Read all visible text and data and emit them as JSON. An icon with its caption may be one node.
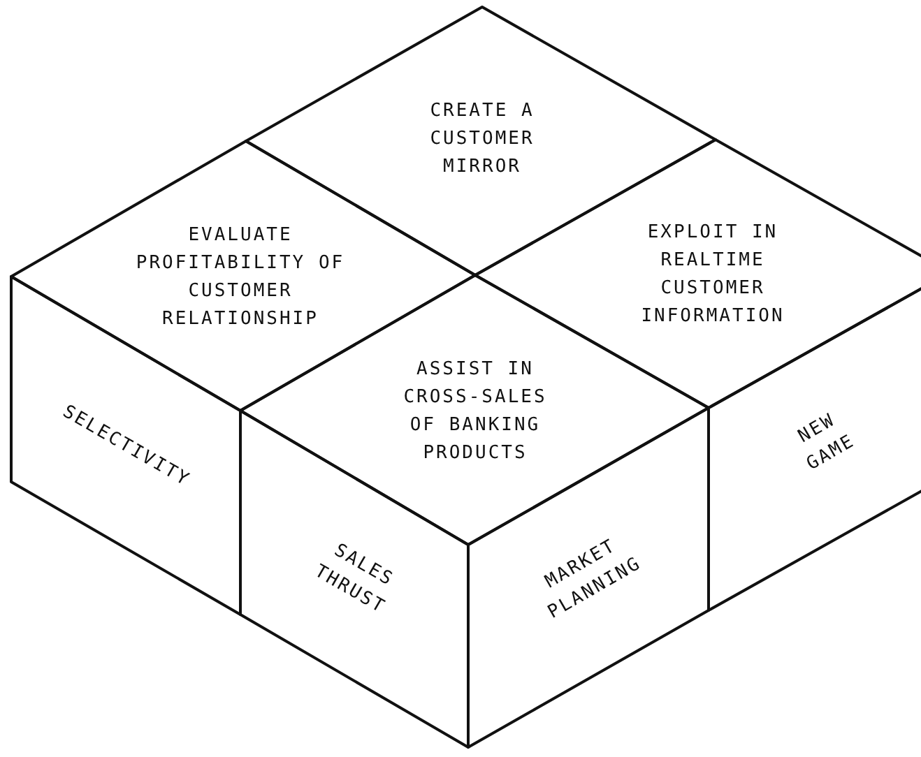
{
  "diagram": {
    "nodes": [
      {
        "text": [
          "CREATE A CUSTOMER MIRROR"
        ]
      },
      {
        "text": [
          "EVALUATE PROFITABILITY OF CUSTOMER RELATIONSHIP"
        ]
      },
      {
        "text": [
          "EXPLOIT IN REALTIME CUSTOMER INFORMATION"
        ]
      },
      {
        "text": [
          "ASSIST IN CROSS-SALES OF BANKING PRODUCTS"
        ]
      },
      {
        "text": [
          "SELECTIVITY"
        ]
      },
      {
        "text": [
          "SALES THRUST"
        ]
      },
      {
        "text": [
          "MARKET PLANNING"
        ]
      },
      {
        "text": [
          "NEW GAME"
        ]
      }
    ]
  }
}
